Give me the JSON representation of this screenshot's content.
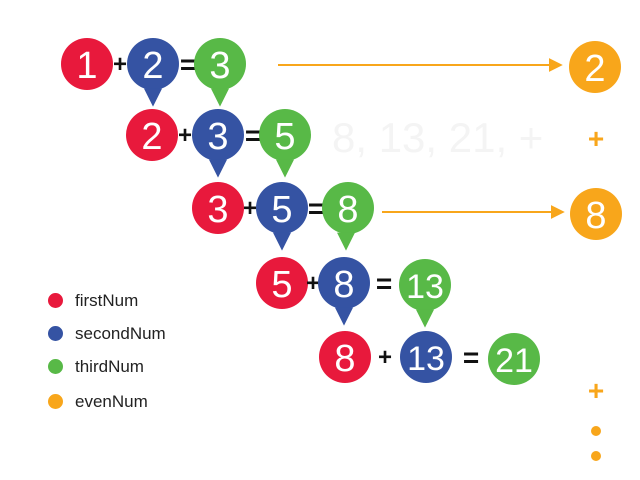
{
  "colors": {
    "firstNum": "#e8193c",
    "secondNum": "#3553a3",
    "thirdNum": "#58b947",
    "evenNum": "#f8a61b",
    "faint": "#f4f4f4",
    "operator": "#111111",
    "arrow_primary": "#3553a3",
    "arrow_secondary": "#58b947",
    "arrow_even": "#f8a61b"
  },
  "legend": [
    {
      "key": "firstNum",
      "label": "firstNum"
    },
    {
      "key": "secondNum",
      "label": "secondNum"
    },
    {
      "key": "thirdNum",
      "label": "thirdNum"
    },
    {
      "key": "evenNum",
      "label": "evenNum"
    }
  ],
  "rows": [
    {
      "a": "1",
      "b": "2",
      "sum": "3"
    },
    {
      "a": "2",
      "b": "3",
      "sum": "5"
    },
    {
      "a": "3",
      "b": "5",
      "sum": "8"
    },
    {
      "a": "5",
      "b": "8",
      "sum": "13"
    },
    {
      "a": "8",
      "b": "13",
      "sum": "21"
    }
  ],
  "operators": {
    "plus": "+",
    "equals": "="
  },
  "even_results": [
    "2",
    "8"
  ],
  "faint_sequence": "8, 13, 21, +",
  "side_plus": [
    "+",
    "+"
  ],
  "continuation_icon": "vertical-ellipsis-icon"
}
